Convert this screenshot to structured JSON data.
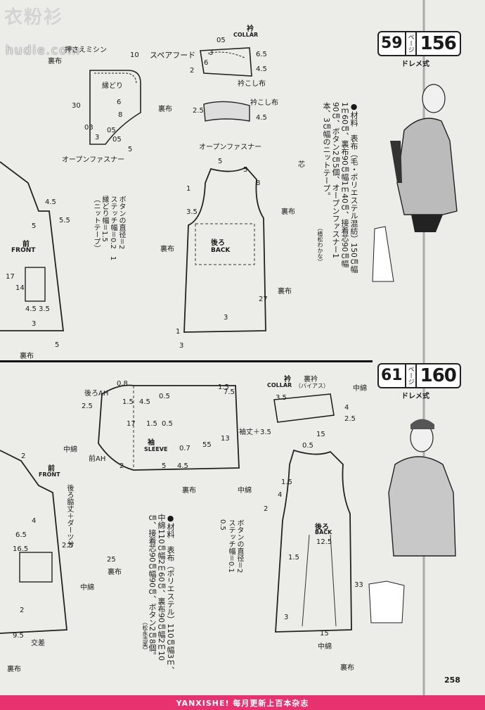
{
  "watermark": {
    "logo": "衣粉衫",
    "site": "hudie.com"
  },
  "top": {
    "badge": {
      "left": "59",
      "page_word": "ページ",
      "right": "156"
    },
    "style": "ドレメ式",
    "hood_title": "スペアフード",
    "hood_labels": [
      "押さえミシン",
      "裏布",
      "縁どり",
      "オープンファスナー"
    ],
    "collar_title": "衿",
    "collar_en": "COLLAR",
    "collar_band": "衿こし布",
    "opensnap": "オープンファスナー",
    "front_jp": "前",
    "front_en": "FRONT",
    "back_jp": "後ろ",
    "back_en": "BACK",
    "lining": "裏布",
    "shin": "芯",
    "button_note": "ボタンの直径＝2\nステッチ幅＝0.2　1\n縁どり幅＝1.5\n（ニットテープ）",
    "materials": "●材料　表布（毛・ポリエステル混紡）150㎝幅\n1ｍ60㎝、裏布90㎝幅1ｍ40㎝、接着芯90㎝幅\n90㎝、ボタン2㎝5個、オープンファスナー1\n本、3㎝幅のニットテープ。",
    "author": "（植松わかな）",
    "dims": [
      "10",
      "30",
      "6",
      "8",
      "03",
      "05",
      "05",
      "3",
      "5",
      "6.5",
      "4.5",
      "2",
      "6",
      "3",
      "05",
      "2.5",
      "4.5",
      "5",
      "5",
      "8",
      "3.5",
      "1",
      "27",
      "3",
      "3",
      "1",
      "4.5",
      "5.5",
      "5",
      "17",
      "14",
      "4.5",
      "3.5",
      "3",
      "5"
    ]
  },
  "bottom": {
    "badge": {
      "left": "61",
      "page_word": "ページ",
      "right": "160"
    },
    "style": "ドレメ式",
    "collar_title": "衿",
    "collar_lining": "裏衿",
    "collar_en": "COLLAR",
    "collar_bias": "（バイアス）",
    "sleeve_jp": "袖",
    "sleeve_en": "SLEEVE",
    "front_jp": "前",
    "front_en": "FRONT",
    "back_jp": "後ろ",
    "back_en": "BACK",
    "back_ah": "後ろAH",
    "front_ah": "前AH",
    "chuwata": "中綿",
    "lining": "裏布",
    "sleeve_opening": "袖丈＋3.5",
    "tuck": "後ろ脇丈＋ダーツ分",
    "cross": "交差",
    "button_note": "ボタンの直径＝2\nステッチ幅＝0.1\n0.5",
    "materials": "●材料　表布（ポリエステル）110㎝幅3ｍ、\n中綿110㎝幅2ｍ60㎝、裏布90㎝幅2ｍ10\n㎝、接着芯90㎝幅90㎝、ボタン2㎝8個。",
    "author": "（松永浩美）",
    "dims": [
      "0.8",
      "1.5",
      "4.5",
      "0.5",
      "2.5",
      "17",
      "1.5",
      "0.5",
      "13",
      "55",
      "0.7",
      "5",
      "4.5",
      "2",
      "1.5",
      "7.5",
      "3.5",
      "4",
      "2.5",
      "0.5",
      "15",
      "4",
      "1.5",
      "2",
      "12.5",
      "33",
      "3",
      "1.5",
      "15",
      "2",
      "4",
      "6.5",
      "16.5",
      "2",
      "9.5",
      "2.5",
      "25"
    ]
  },
  "page_number": "258",
  "footer": "YANXISHE! 每月更新上百本杂志"
}
